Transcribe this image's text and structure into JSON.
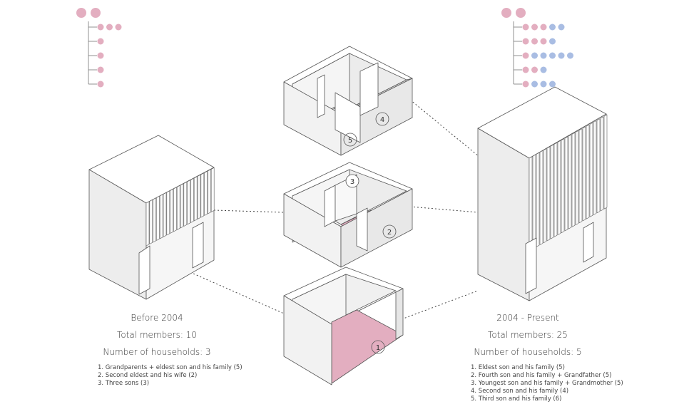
{
  "before": {
    "title": "Before 2004",
    "total": "Total members: 10",
    "households": "Number of households: 3",
    "list": [
      "1. Grandparents + eldest son and his family (5)",
      "2. Second eldest and his wife (2)",
      "3. Three sons (3)"
    ]
  },
  "present": {
    "title": "2004 - Present",
    "total": "Total members: 25",
    "households": "Number of households: 5",
    "list": [
      "1. Eldest son and his family (5)",
      "2. Fourth son and his family + Grandfather (5)",
      "3. Youngest son and his family + Grandmother (5)",
      "4. Second son and his family (4)",
      "5. Third son and his family (6)"
    ]
  },
  "labels": {
    "u1": "1",
    "u2": "2",
    "u3": "3",
    "u4": "4",
    "u5": "5"
  },
  "colors": {
    "pink": "#e3aec0",
    "blue": "#a9bde3",
    "line": "#555555",
    "wall": "#f2f2f2",
    "wall_dark": "#e6e6e6"
  },
  "family_trees": {
    "before": {
      "top": [
        "pink",
        "pink"
      ],
      "rows": [
        [
          "pink",
          "pink",
          "pink"
        ],
        [
          "pink"
        ],
        [
          "pink"
        ],
        [
          "pink"
        ],
        [
          "pink"
        ]
      ]
    },
    "present": {
      "top": [
        "pink",
        "pink"
      ],
      "rows": [
        [
          "pink",
          "pink",
          "pink",
          "blue",
          "blue"
        ],
        [
          "pink",
          "pink",
          "pink",
          "blue"
        ],
        [
          "pink",
          "blue",
          "blue",
          "blue",
          "blue",
          "blue"
        ],
        [
          "pink",
          "pink",
          "blue"
        ],
        [
          "pink",
          "blue",
          "blue",
          "blue"
        ]
      ]
    }
  }
}
